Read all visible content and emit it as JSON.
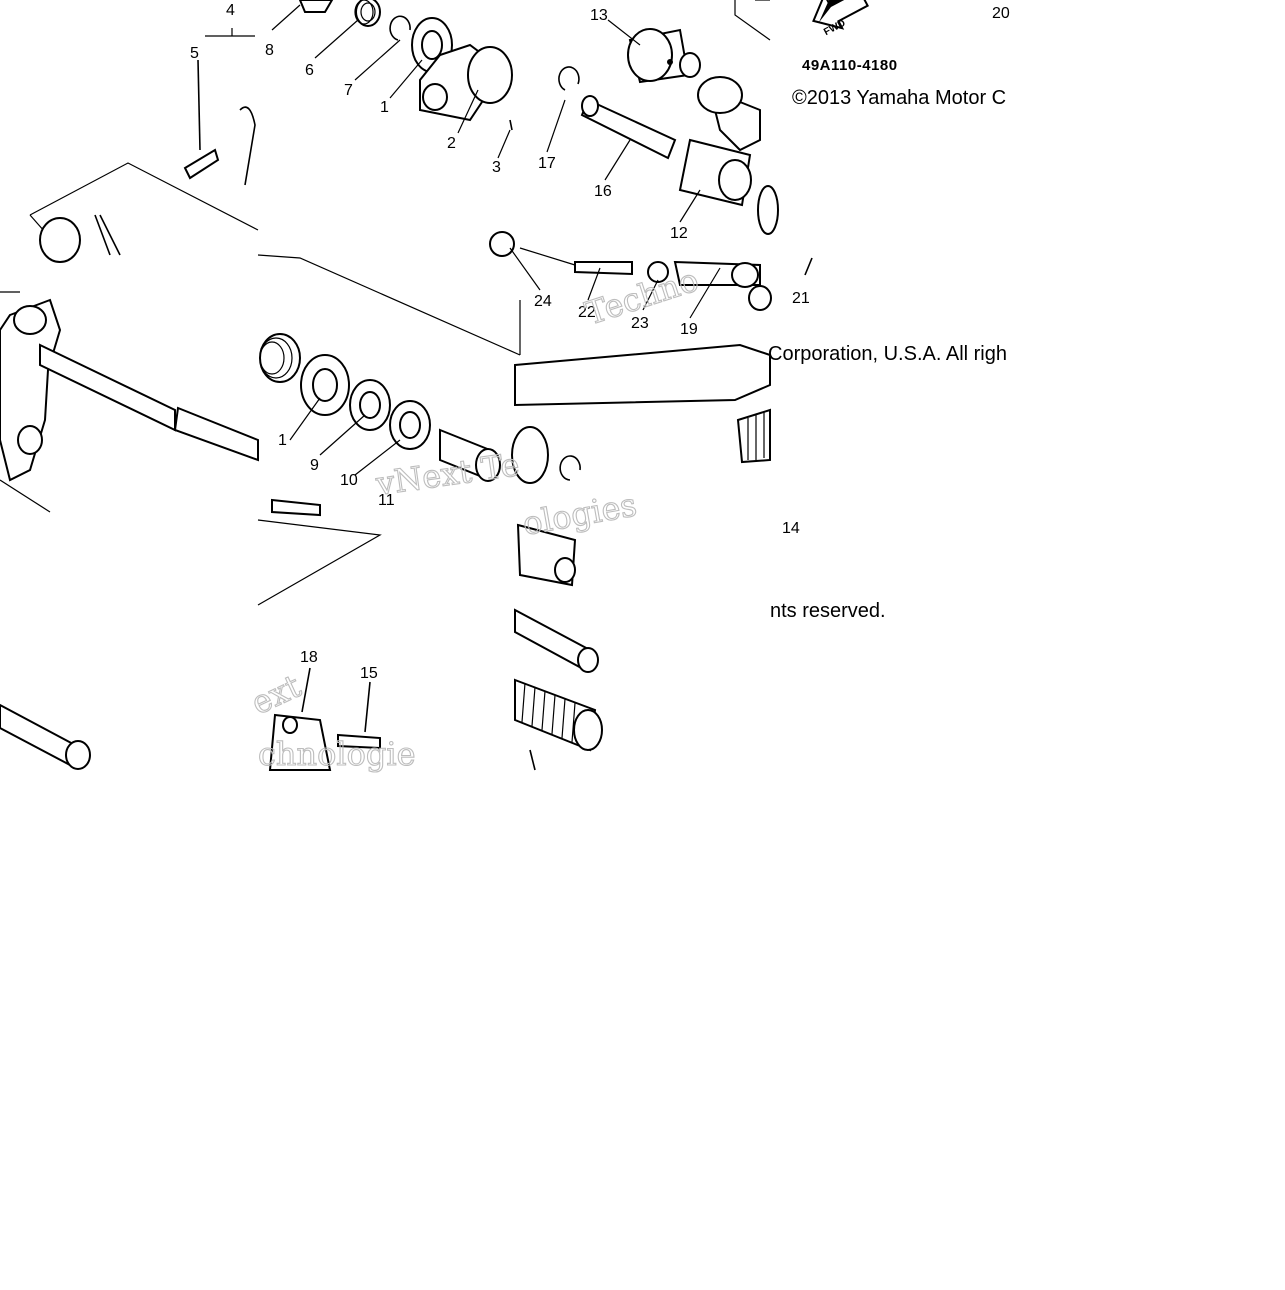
{
  "diagram": {
    "part_code": "49A110-4180",
    "direction_arrow_label": "FWD",
    "copyright_fragments": [
      "©2013 Yamaha Motor C",
      "Corporation, U.S.A. All righ",
      "nts reserved."
    ],
    "watermark_fragments": [
      "Techno",
      "vNext Te",
      "ologies",
      "ext",
      "chnologie"
    ],
    "callouts": [
      "4",
      "5",
      "8",
      "6",
      "7",
      "1",
      "2",
      "3",
      "13",
      "20",
      "17",
      "16",
      "12",
      "24",
      "22",
      "23",
      "19",
      "21",
      "1",
      "9",
      "10",
      "11",
      "14",
      "18",
      "15"
    ]
  }
}
